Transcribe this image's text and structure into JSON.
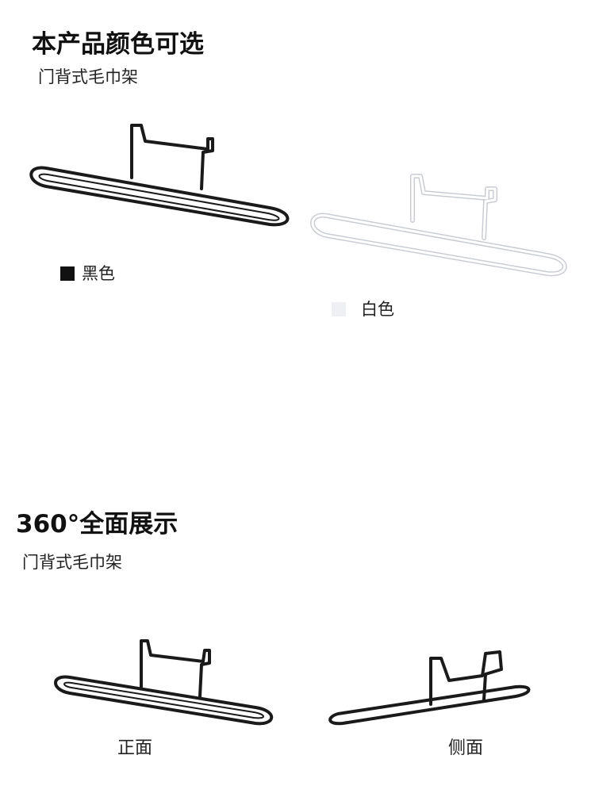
{
  "section_colors": {
    "title": "本产品颜色可选",
    "subtitle": "门背式毛巾架",
    "options": [
      {
        "label": "黑色",
        "swatch_color": "#111111"
      },
      {
        "label": "白色",
        "swatch_color": "#eef0f3"
      }
    ]
  },
  "section_views": {
    "title": "360°全面展示",
    "subtitle": "门背式毛巾架",
    "views": [
      {
        "label": "正面"
      },
      {
        "label": "侧面"
      }
    ]
  },
  "colors": {
    "rack_black": "#1a1a1a",
    "rack_white": "#ffffff",
    "rack_white_outline": "#c9cdd3"
  }
}
